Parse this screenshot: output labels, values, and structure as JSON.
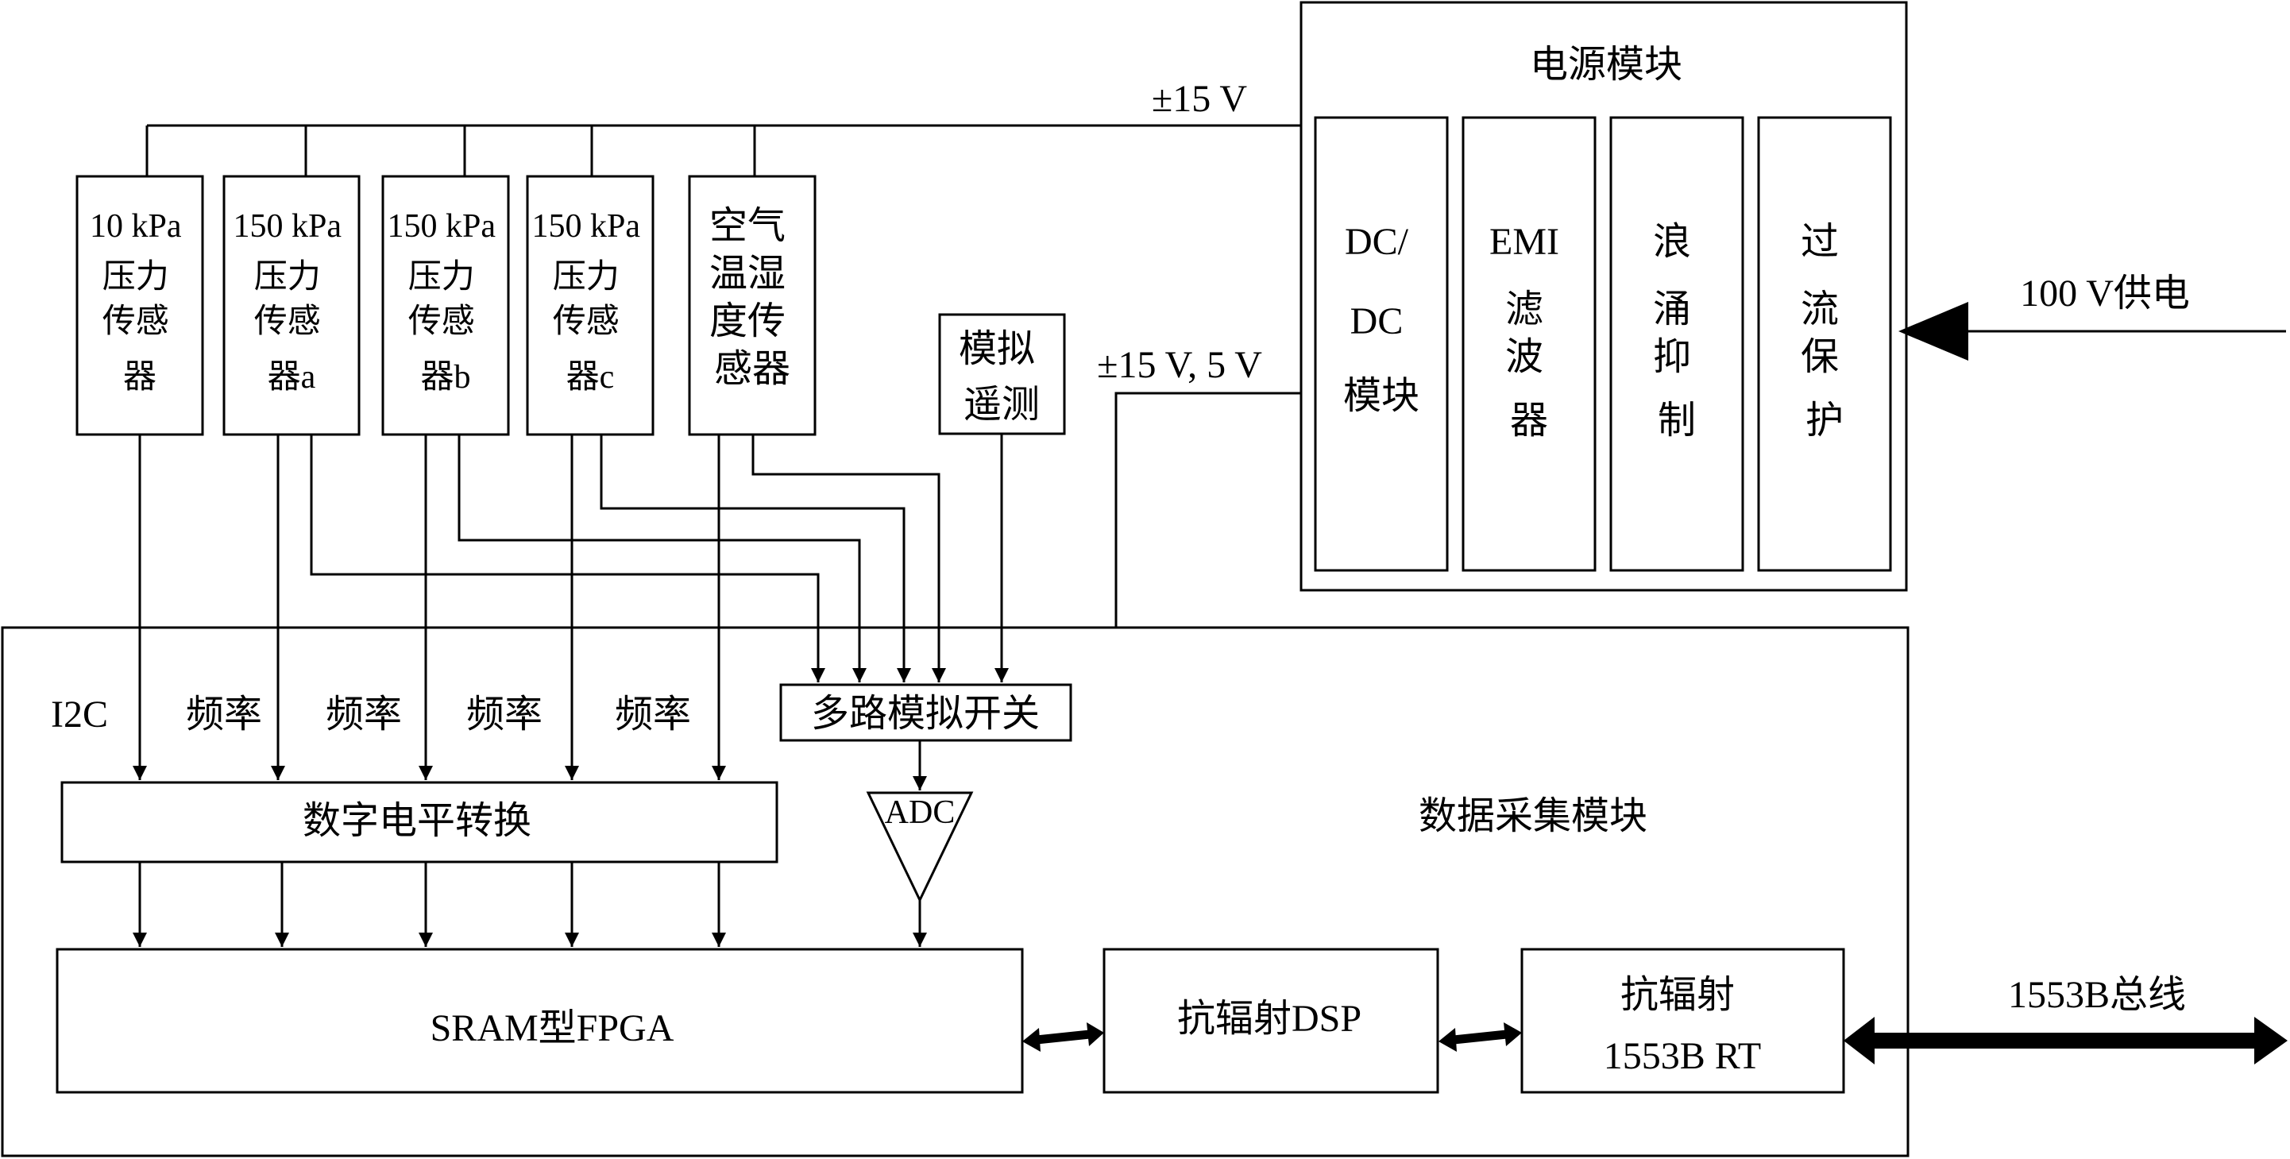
{
  "power_module": {
    "title": "电源模块",
    "submodules": {
      "dcdc": [
        "DC/",
        "DC",
        "模块"
      ],
      "emi": [
        "EMI",
        "滤",
        "波",
        "器"
      ],
      "surge": [
        "浪",
        "涌",
        "抑",
        "制"
      ],
      "overcurrent": [
        "过",
        "流",
        "保",
        "护"
      ]
    },
    "input_label": "100 V供电"
  },
  "rails": {
    "sensor_supply": "±15 V",
    "acq_supply": "±15 V, 5 V"
  },
  "sensors": [
    {
      "lines": [
        "10 kPa",
        "压力",
        "传感",
        "器"
      ]
    },
    {
      "lines": [
        "150 kPa",
        "压力",
        "传感",
        "器a"
      ]
    },
    {
      "lines": [
        "150 kPa",
        "压力",
        "传感",
        "器b"
      ]
    },
    {
      "lines": [
        "150 kPa",
        "压力",
        "传感",
        "器c"
      ]
    },
    {
      "lines": [
        "空气",
        "温湿",
        "度传",
        "感器"
      ]
    }
  ],
  "analog_telemetry": [
    "模拟",
    "遥测"
  ],
  "acq_module": {
    "title": "数据采集模块",
    "signal_labels": [
      "I2C",
      "频率",
      "频率",
      "频率",
      "频率"
    ],
    "mux": "多路模拟开关",
    "adc": "ADC",
    "level_shift": "数字电平转换",
    "fpga": "SRAM型FPGA",
    "dsp": "抗辐射DSP",
    "rt": [
      "抗辐射",
      "1553B RT"
    ]
  },
  "bus_label": "1553B总线"
}
